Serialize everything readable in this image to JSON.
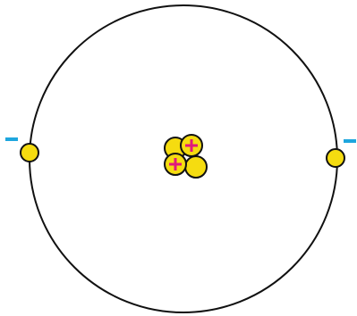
{
  "diagram": {
    "nucleus": {
      "proton_count": 2,
      "neutron_count": 2,
      "proton_label": "+"
    },
    "electrons": {
      "count": 2,
      "label": "−"
    },
    "colors": {
      "orbit": "#111111",
      "particle_fill": "#f5dc10",
      "particle_stroke": "#111111",
      "proton_sign": "#e0197d",
      "electron_sign": "#1ea6de",
      "background": "#ffffff"
    }
  }
}
